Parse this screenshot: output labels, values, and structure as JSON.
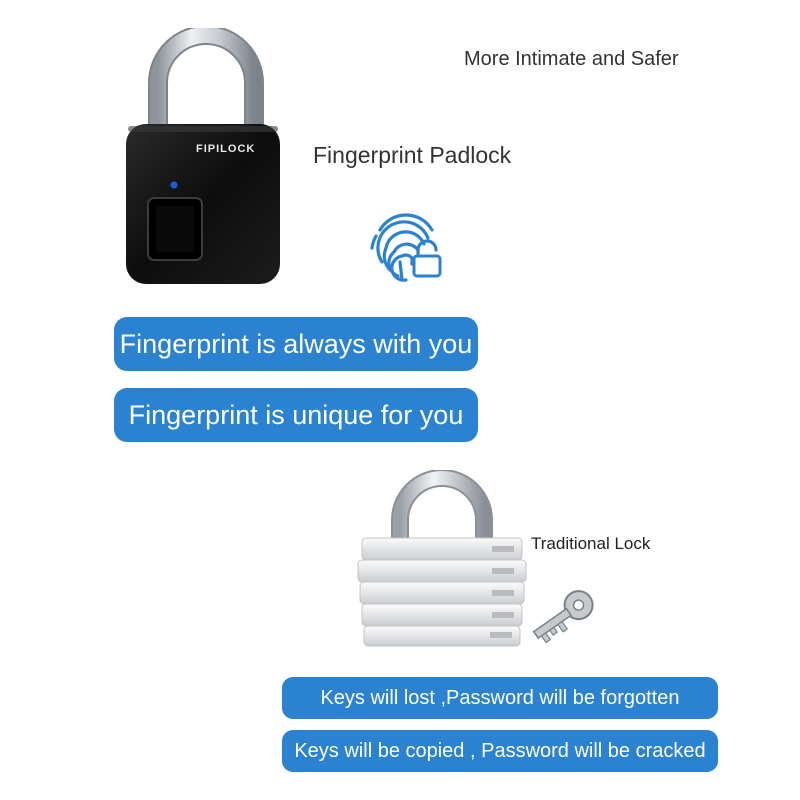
{
  "tagline": "More Intimate and Safer",
  "product_title": "Fingerprint Padlock",
  "brand_logo_text": "FIPILOCK",
  "benefits": [
    "Fingerprint is always with you",
    "Fingerprint is unique for you"
  ],
  "traditional_lock_label": "Traditional Lock",
  "drawbacks": [
    "Keys will lost ,Password will be forgotten",
    "Keys will be copied , Password will be cracked"
  ],
  "colors": {
    "accent_blue": "#2b82d0",
    "padlock_body": "#111111",
    "shackle_silver": "#c9cdd2",
    "indicator_led": "#1e5bd8"
  },
  "icons": [
    "fingerprint-lock-icon",
    "key-icon"
  ]
}
